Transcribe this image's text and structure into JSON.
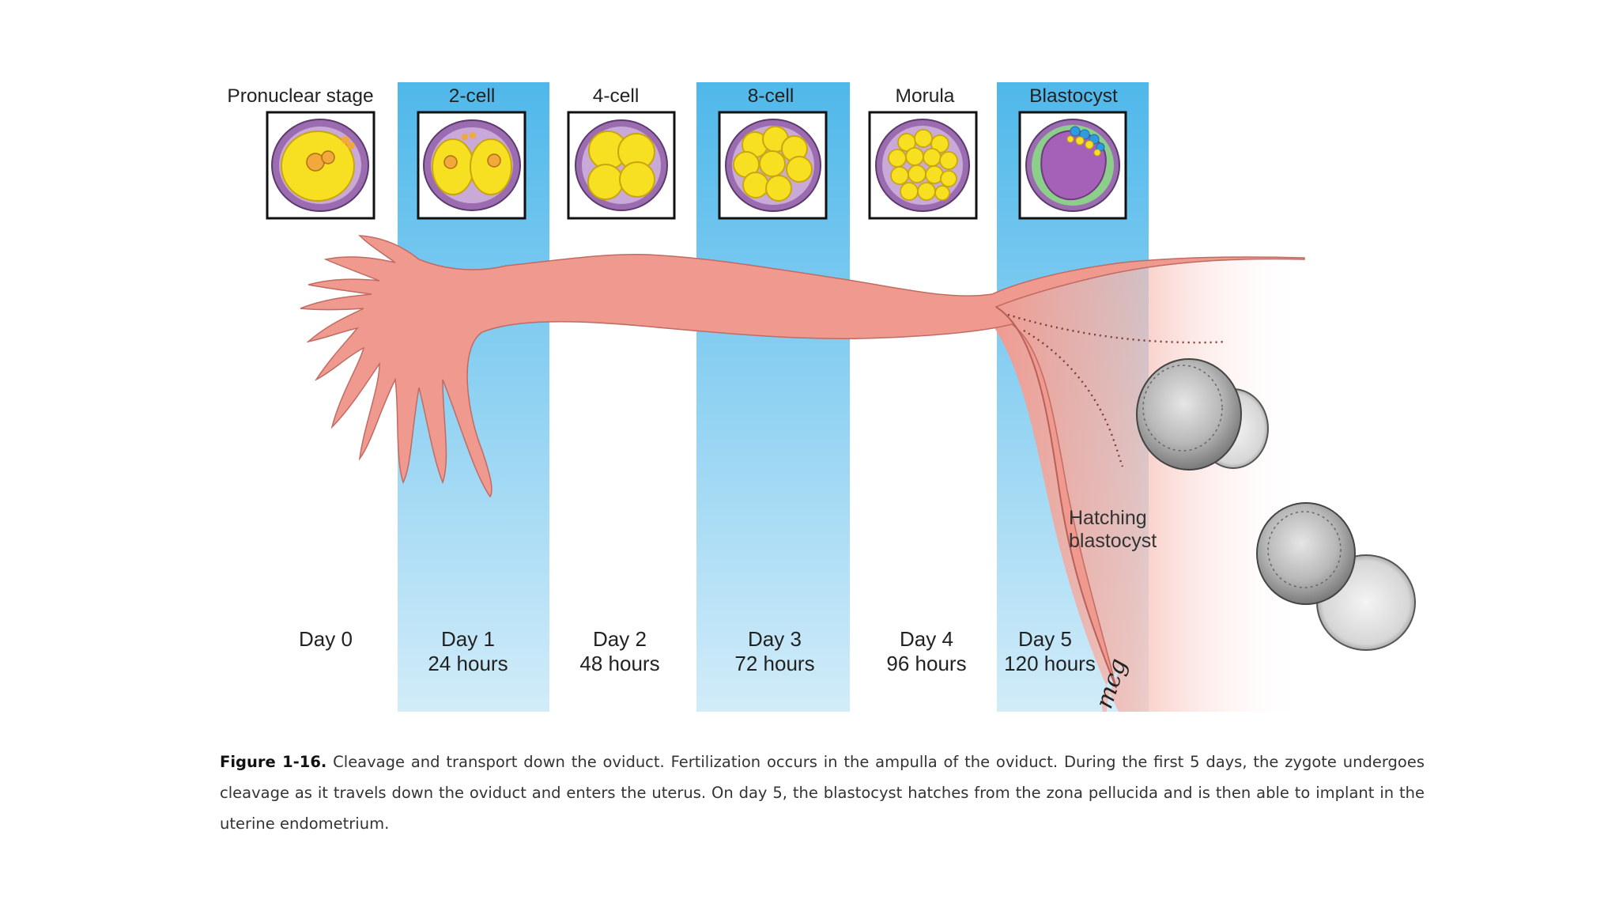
{
  "colors": {
    "band_top": "#4fb8ea",
    "band_bottom": "#cfeaf8",
    "oviduct": "#f0998e",
    "oviduct_edge": "#c06b63",
    "cell_yellow": "#f7e022",
    "zona_purple": "#9b6cb0",
    "frame": "#111111"
  },
  "stages": [
    {
      "label": "Pronuclear stage",
      "icon": "pronuclear-embryo-icon",
      "day": "Day 0",
      "hours": "",
      "highlighted": false
    },
    {
      "label": "2-cell",
      "icon": "two-cell-embryo-icon",
      "day": "Day 1",
      "hours": "24 hours",
      "highlighted": true
    },
    {
      "label": "4-cell",
      "icon": "four-cell-embryo-icon",
      "day": "Day 2",
      "hours": "48 hours",
      "highlighted": false
    },
    {
      "label": "8-cell",
      "icon": "eight-cell-embryo-icon",
      "day": "Day 3",
      "hours": "72 hours",
      "highlighted": true
    },
    {
      "label": "Morula",
      "icon": "morula-icon",
      "day": "Day 4",
      "hours": "96 hours",
      "highlighted": false
    },
    {
      "label": "Blastocyst",
      "icon": "blastocyst-icon",
      "day": "Day 5",
      "hours": "120 hours",
      "highlighted": true
    }
  ],
  "hatching": {
    "line1": "Hatching",
    "line2": "blastocyst"
  },
  "signature": "mcg",
  "caption": {
    "label": "Figure 1-16.",
    "text": "Cleavage and transport down the oviduct. Fertilization occurs in the ampulla of the oviduct. During the first 5 days, the zygote undergoes cleavage as it travels down the oviduct and enters the uterus. On day 5, the blastocyst hatches from the zona pellucida and is then able to implant in the uterine endometrium."
  }
}
